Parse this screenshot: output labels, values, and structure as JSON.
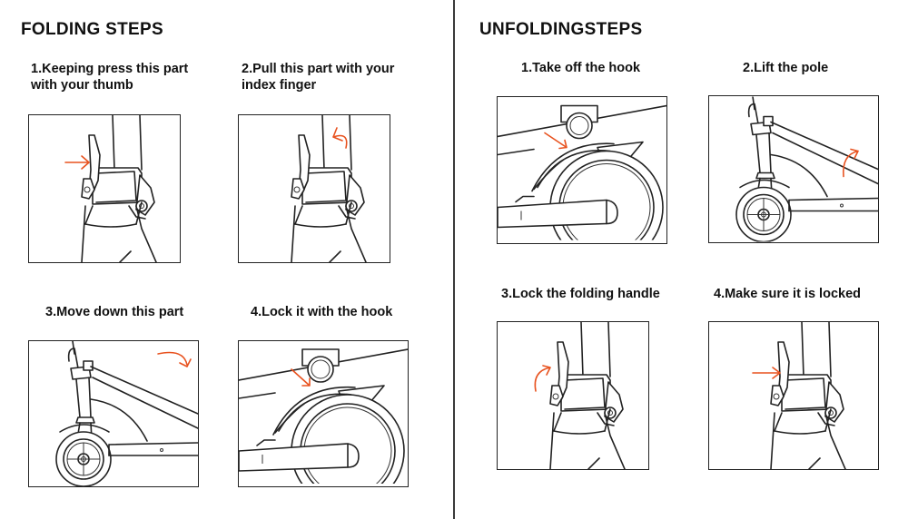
{
  "folding": {
    "title": "FOLDING STEPS",
    "steps": [
      {
        "label": "1.Keeping press this part\n  with your thumb"
      },
      {
        "label": "2.Pull this part with your\n   index finger"
      },
      {
        "label": "3.Move down this part"
      },
      {
        "label": "4.Lock it with the hook"
      }
    ]
  },
  "unfolding": {
    "title": "UNFOLDINGSTEPS",
    "steps": [
      {
        "label": "1.Take off the hook"
      },
      {
        "label": "2.Lift the pole"
      },
      {
        "label": "3.Lock the folding handle"
      },
      {
        "label": "4.Make sure it is locked"
      }
    ]
  },
  "colors": {
    "arrow": "#e8521f",
    "line": "#222222"
  }
}
